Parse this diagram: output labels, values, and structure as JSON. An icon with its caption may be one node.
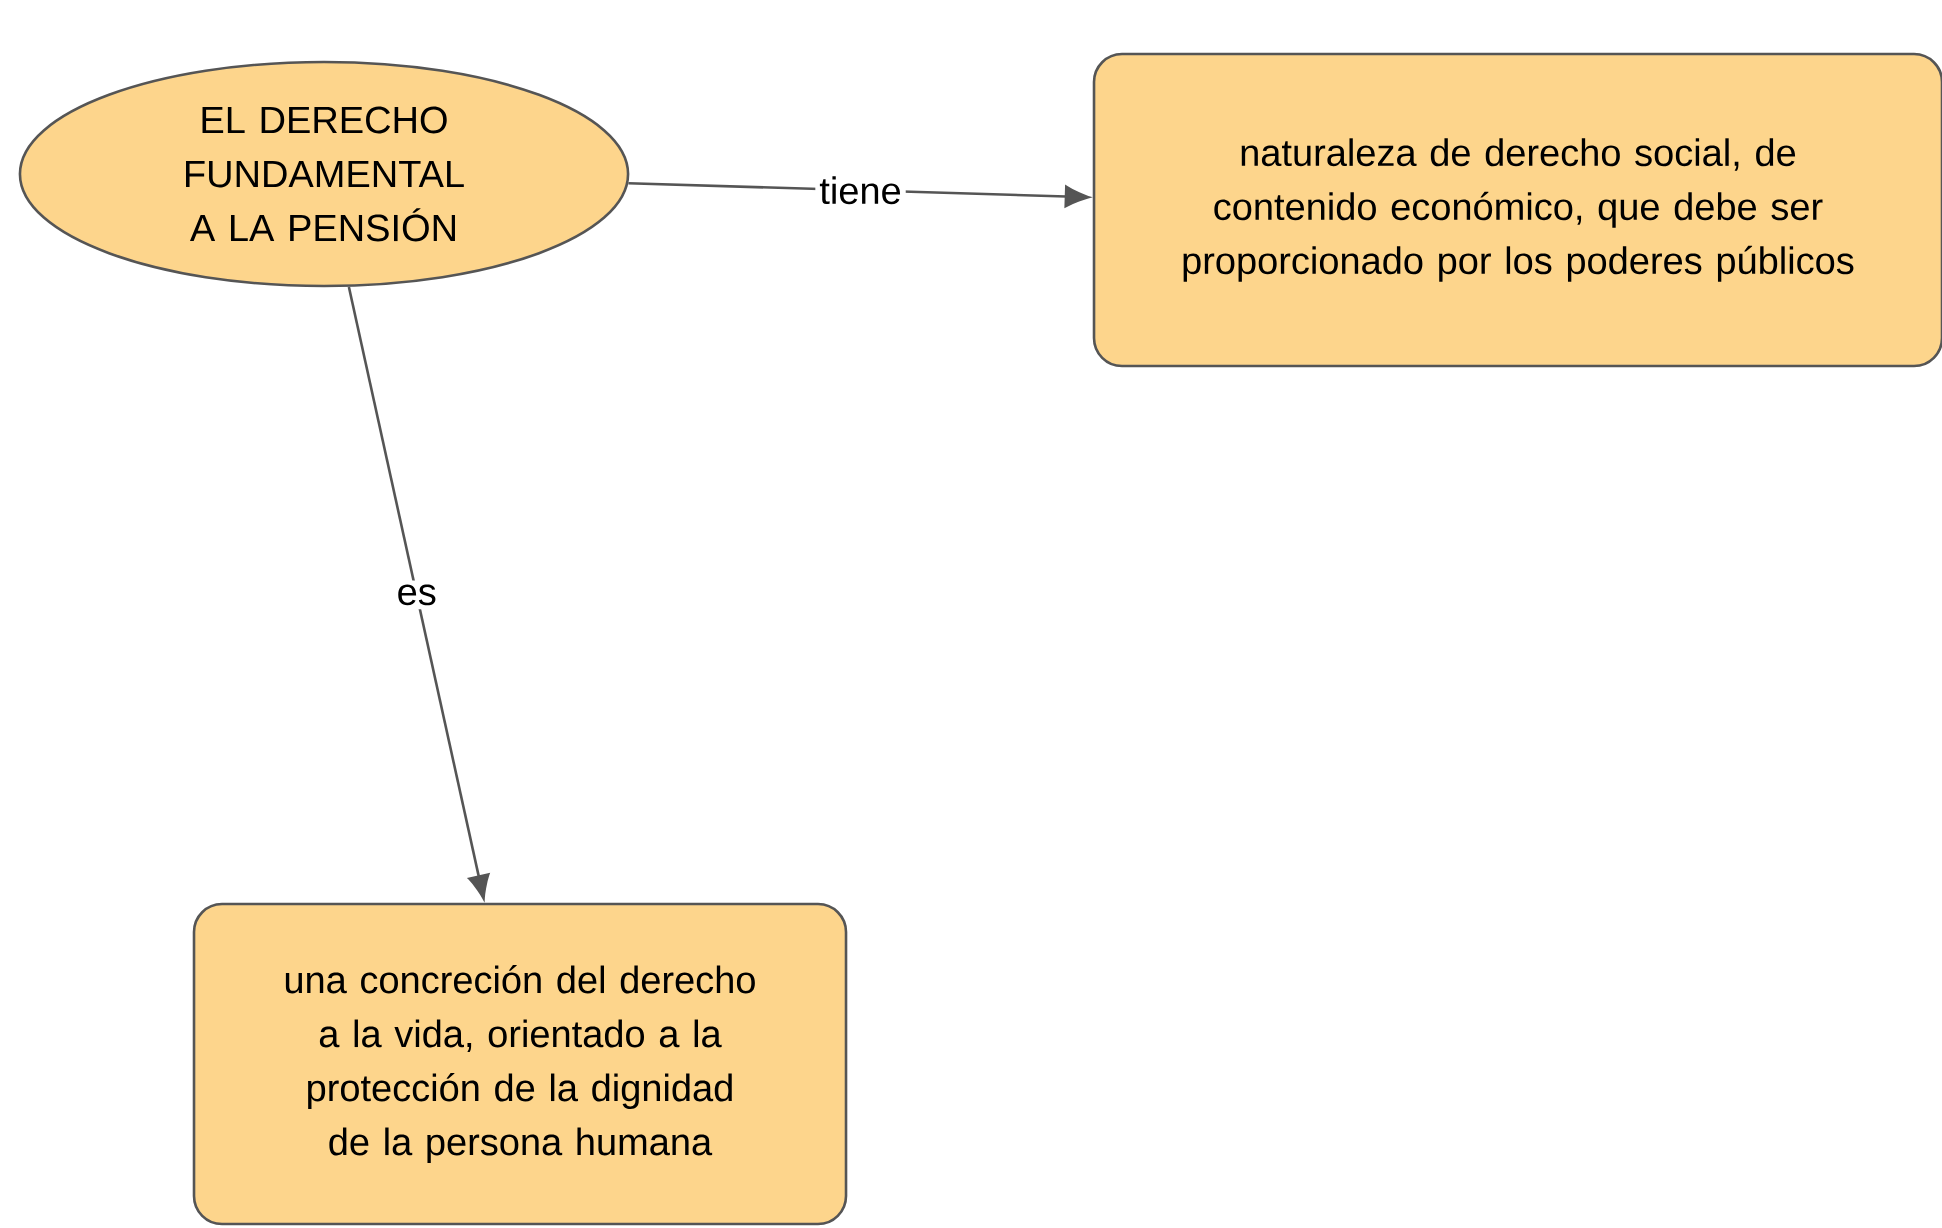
{
  "diagram": {
    "nodes": [
      {
        "text": [
          "EL DERECHO FUNDAMENTAL A LA PENSIÓN"
        ]
      },
      {
        "text": [
          "naturaleza de derecho social, de contenido económico, que debe ser proporcionado por los  poderes públicos"
        ]
      },
      {
        "text": [
          "una concreción del derecho a la vida, orientado a la protección de la dignidad de la persona humana"
        ]
      }
    ],
    "edges": [
      {
        "from": 0,
        "to": 1,
        "arrow": "to",
        "label": "tiene"
      },
      {
        "from": 0,
        "to": 2,
        "arrow": "to",
        "label": "es"
      }
    ]
  }
}
